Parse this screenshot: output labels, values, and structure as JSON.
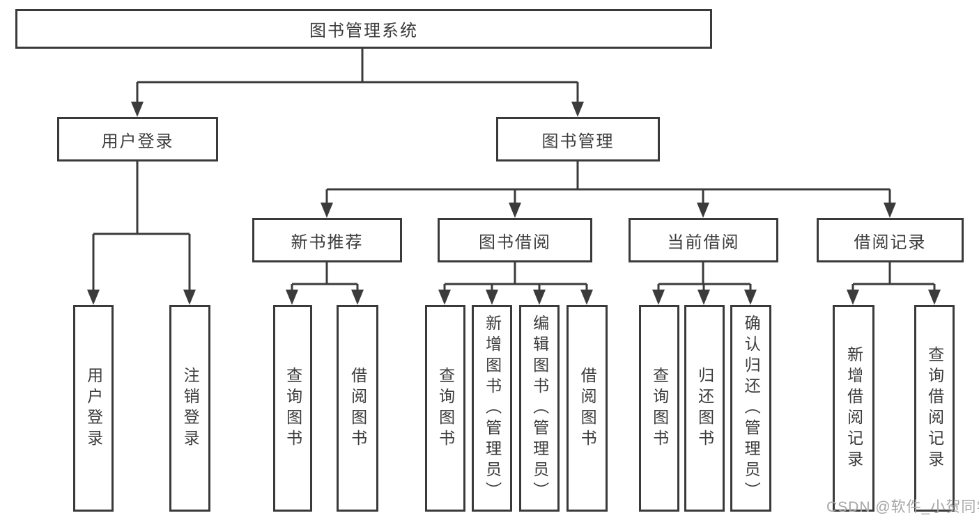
{
  "diagram": {
    "type": "tree",
    "colors": {
      "line": "#3b3b3b",
      "box_border": "#3a3a3a",
      "text": "#3c3c3c",
      "background": "#ffffff",
      "watermark": "#a6a6a6"
    },
    "tree": {
      "root": {
        "label": "图书管理系统",
        "children": [
          {
            "label": "用户登录",
            "children": [
              {
                "label": "用户登录"
              },
              {
                "label": "注销登录"
              }
            ]
          },
          {
            "label": "图书管理",
            "children": [
              {
                "label": "新书推荐",
                "children": [
                  {
                    "label": "查询图书"
                  },
                  {
                    "label": "借阅图书"
                  }
                ]
              },
              {
                "label": "图书借阅",
                "children": [
                  {
                    "label": "查询图书"
                  },
                  {
                    "label": "新增图书（管理员）"
                  },
                  {
                    "label": "编辑图书（管理员）"
                  },
                  {
                    "label": "借阅图书"
                  }
                ]
              },
              {
                "label": "当前借阅",
                "children": [
                  {
                    "label": "查询图书"
                  },
                  {
                    "label": "归还图书"
                  },
                  {
                    "label": "确认归还（管理员）"
                  }
                ]
              },
              {
                "label": "借阅记录",
                "children": [
                  {
                    "label": "新增借阅记录"
                  },
                  {
                    "label": "查询借阅记录"
                  }
                ]
              }
            ]
          }
        ]
      }
    },
    "watermark": "CSDN @软件_小贺同学"
  }
}
